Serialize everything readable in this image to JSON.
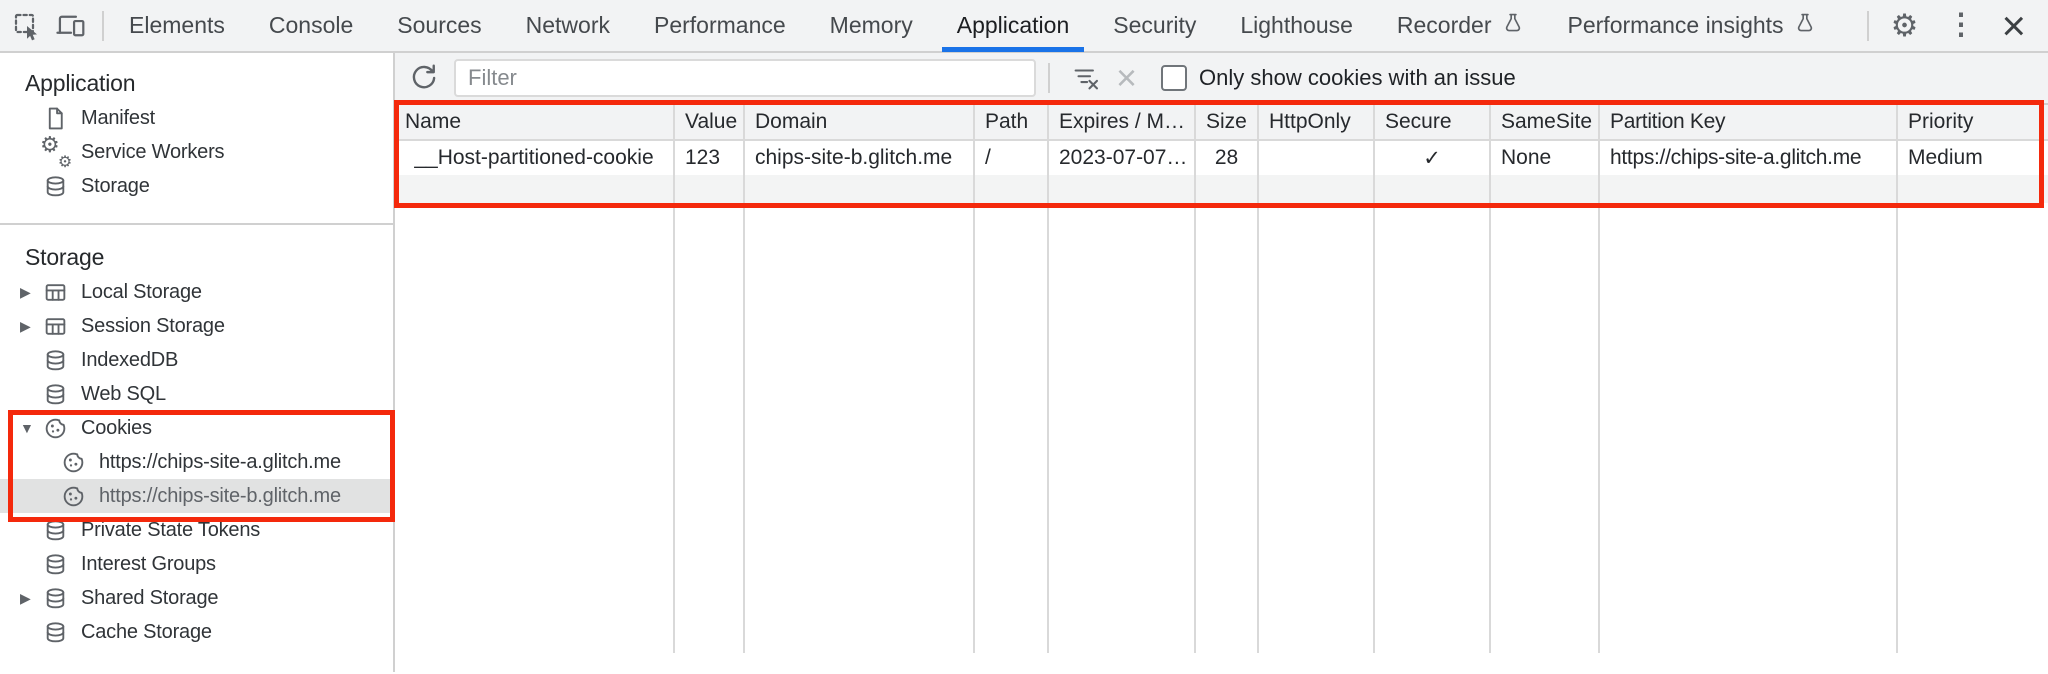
{
  "colors": {
    "accent_blue": "#1a73e8",
    "highlight_red": "#f4290c",
    "toolbar_bg": "#f2f3f4",
    "selection_gray": "#e1e2e2",
    "icon_gray": "#5f6368"
  },
  "icons": {
    "gear": "⚙",
    "kebab": "⋮",
    "close": "×",
    "clear_x": "×",
    "collapsed": "▶",
    "expanded": "▼"
  },
  "tabbar": {
    "selected": "Application",
    "tabs": [
      {
        "label": "Elements"
      },
      {
        "label": "Console"
      },
      {
        "label": "Sources"
      },
      {
        "label": "Network"
      },
      {
        "label": "Performance"
      },
      {
        "label": "Memory"
      },
      {
        "label": "Application"
      },
      {
        "label": "Security"
      },
      {
        "label": "Lighthouse"
      },
      {
        "label": "Recorder",
        "experimental": true
      },
      {
        "label": "Performance insights",
        "experimental": true
      }
    ]
  },
  "sidebar": {
    "app_section": {
      "title": "Application",
      "items": [
        {
          "label": "Manifest",
          "icon": "manifest-document-icon"
        },
        {
          "label": "Service Workers",
          "icon": "service-workers-gears-icon"
        },
        {
          "label": "Storage",
          "icon": "storage-database-icon"
        }
      ]
    },
    "storage_section": {
      "title": "Storage",
      "items": [
        {
          "label": "Local Storage",
          "icon": "table-icon",
          "expander": "collapsed"
        },
        {
          "label": "Session Storage",
          "icon": "table-icon",
          "expander": "collapsed"
        },
        {
          "label": "IndexedDB",
          "icon": "database-icon"
        },
        {
          "label": "Web SQL",
          "icon": "database-icon"
        },
        {
          "label": "Cookies",
          "icon": "cookie-icon",
          "expander": "expanded"
        },
        {
          "label": "https://chips-site-a.glitch.me",
          "icon": "cookie-icon",
          "child": true
        },
        {
          "label": "https://chips-site-b.glitch.me",
          "icon": "cookie-icon",
          "child": true,
          "selected": true
        },
        {
          "label": "Private State Tokens",
          "icon": "database-icon"
        },
        {
          "label": "Interest Groups",
          "icon": "database-icon"
        },
        {
          "label": "Shared Storage",
          "icon": "database-icon",
          "expander": "collapsed"
        },
        {
          "label": "Cache Storage",
          "icon": "database-icon"
        }
      ]
    }
  },
  "toolbar": {
    "filter_placeholder": "Filter",
    "filter_value": "",
    "checkbox_label": "Only show cookies with an issue",
    "checkbox_checked": false
  },
  "cookie_table": {
    "columns": [
      "Name",
      "Value",
      "Domain",
      "Path",
      "Expires / M…",
      "Size",
      "HttpOnly",
      "Secure",
      "SameSite",
      "Partition Key",
      "Priority"
    ],
    "row": {
      "name": "__Host-partitioned-cookie",
      "value": "123",
      "domain": "chips-site-b.glitch.me",
      "path": "/",
      "expires": "2023-07-07…",
      "size": "28",
      "http_only": "",
      "secure": "✓",
      "same_site": "None",
      "partition_key": "https://chips-site-a.glitch.me",
      "priority": "Medium"
    }
  }
}
